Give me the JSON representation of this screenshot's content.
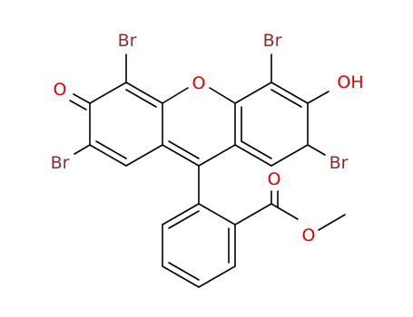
{
  "structure": {
    "atoms": {
      "br_top_left": {
        "text": "Br"
      },
      "br_top_right": {
        "text": "Br"
      },
      "br_mid_left": {
        "text": "Br"
      },
      "br_mid_right": {
        "text": "Br"
      },
      "ring_oxygen": {
        "text": "O"
      },
      "ketone_oxygen": {
        "text": "O"
      },
      "hydroxyl": {
        "text": "OH"
      },
      "ester_carbonyl_oxygen": {
        "text": "O"
      },
      "ester_ether_oxygen": {
        "text": "O"
      }
    },
    "colors": {
      "bromine": "#8b2d2d",
      "oxygen": "#e00000",
      "bond": "#000000"
    }
  }
}
